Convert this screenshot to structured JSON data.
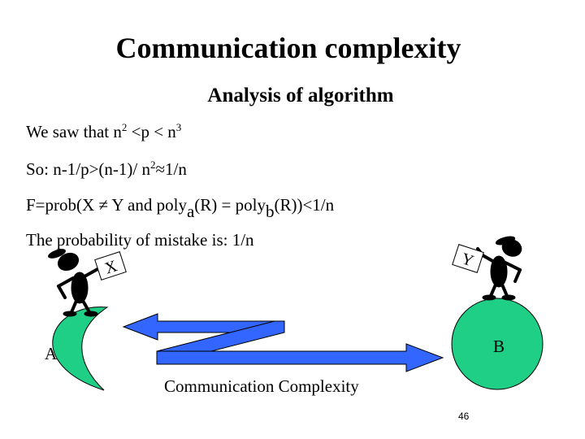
{
  "slide": {
    "title": "Communication complexity",
    "subtitle": "Analysis of algorithm",
    "line1": {
      "pre": "We saw that   n",
      "exp1": "2",
      "mid": " <p < n",
      "exp2": "3"
    },
    "line2": {
      "pre": "So:  n-1/p>(n-1)/ n",
      "exp": "2",
      "post": "≈1/n"
    },
    "line3": {
      "pre": "F=prob(X ≠ Y and poly",
      "sub_a": "a",
      "mid": "(R) = poly",
      "sub_b": "b",
      "post": "(R))<1/n"
    },
    "line4": "The probability of mistake is: 1/n",
    "label_x": "X",
    "label_y": "Y",
    "label_a": "A",
    "label_b": "B",
    "caption": "Communication Complexity",
    "page_number": "46"
  },
  "colors": {
    "accent_blue": "#3366ff",
    "moon_green": "#1fcf86",
    "planet_green": "#1fcf86"
  }
}
